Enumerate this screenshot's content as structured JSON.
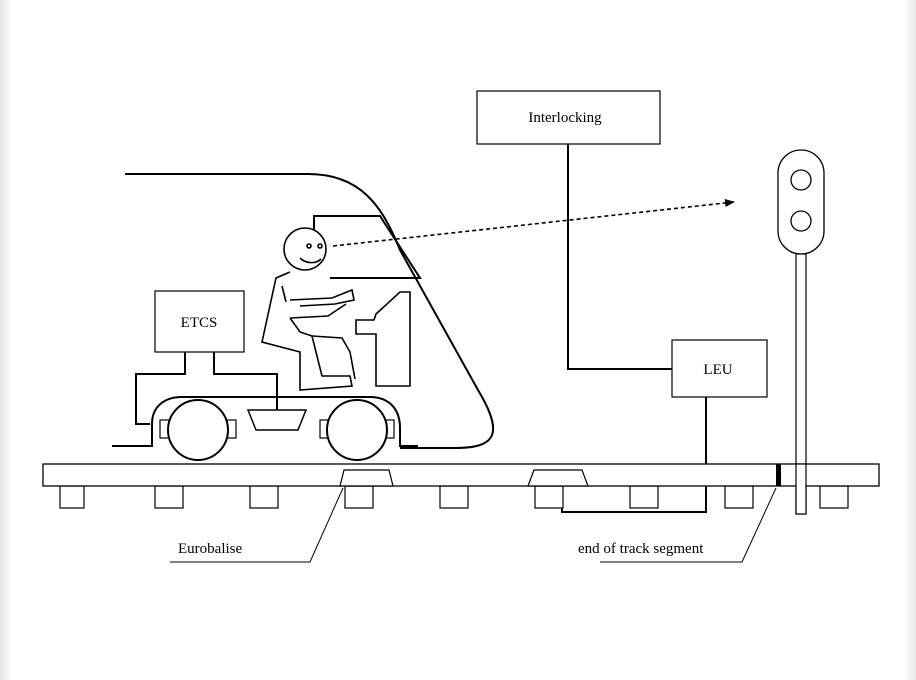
{
  "labels": {
    "interlocking": "Interlocking",
    "etcs": "ETCS",
    "leu": "LEU",
    "eurobalise": "Eurobalise",
    "end_of_track_segment": "end of track segment"
  },
  "colors": {
    "line": "#000000",
    "background": "#ffffff"
  }
}
